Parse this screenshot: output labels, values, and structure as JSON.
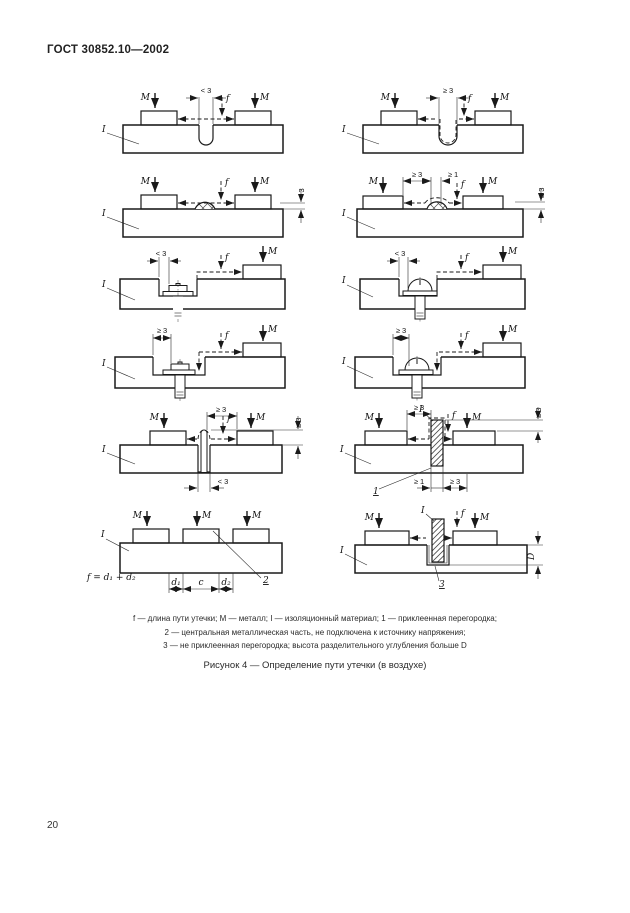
{
  "page": {
    "header": "ГОСТ 30852.10—2002",
    "page_number": "20"
  },
  "labels": {
    "metal": "M",
    "insulation": "I",
    "creepage": "f",
    "lt3": "< 3",
    "ge3": "≥ 3",
    "ge1": "≥ 1",
    "callout1": "1",
    "callout2": "2",
    "callout3": "3",
    "depth": "D",
    "d1": "d₁",
    "c": "c",
    "d2": "d₂",
    "formula": "f = d₁ + d₂"
  },
  "caption": {
    "line1": "f — длина пути утечки; М — металл; I — изоляционный материал; 1 — приклеенная перегородка;",
    "line2": "2 — центральная металлическая часть, не подключена к источнику напряжения;",
    "line3": "3 — не приклеенная перегородка; высота разделительного углубления больше D",
    "figure": "Рисунок 4 — Определение пути утечки (в воздухе)"
  }
}
